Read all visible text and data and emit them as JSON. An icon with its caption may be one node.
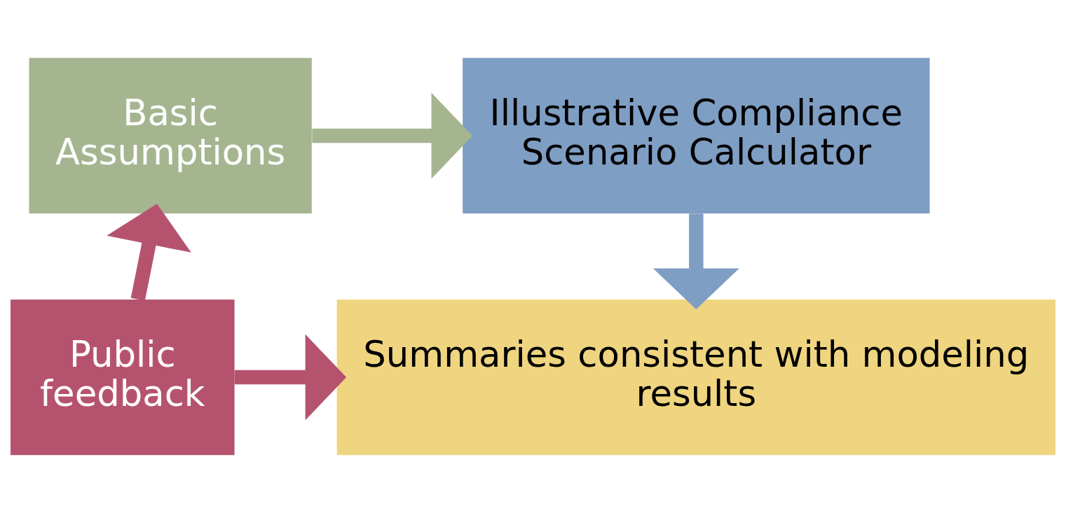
{
  "diagram": {
    "nodes": [
      {
        "text": [
          "Basic Assumptions"
        ]
      },
      {
        "text": [
          "Illustrative Compliance Scenario Calculator"
        ]
      },
      {
        "text": [
          "Public feedback"
        ]
      },
      {
        "text": [
          "Summaries consistent with modeling results"
        ]
      }
    ],
    "edges": [
      {
        "from": 0,
        "to": 1,
        "arrow": "to",
        "color": "#a5b590"
      },
      {
        "from": 1,
        "to": 3,
        "arrow": "to",
        "color": "#7f9ec4"
      },
      {
        "from": 2,
        "to": 0,
        "arrow": "to",
        "color": "#b5536f"
      },
      {
        "from": 2,
        "to": 3,
        "arrow": "to",
        "color": "#b5536f"
      }
    ]
  }
}
